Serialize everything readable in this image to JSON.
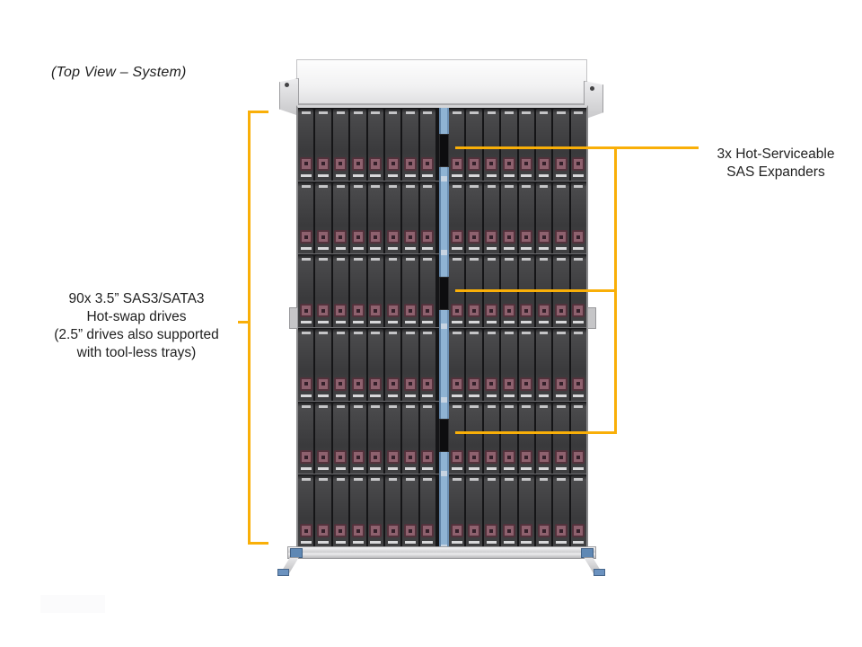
{
  "title": "(Top View – System)",
  "labels": {
    "drives": {
      "lines": [
        "90x 3.5” SAS3/SATA3",
        "Hot-swap drives",
        "(2.5” drives also supported",
        "with tool-less trays)"
      ]
    },
    "expanders": {
      "lines": [
        "3x Hot-Serviceable",
        "SAS Expanders"
      ]
    }
  },
  "figure": {
    "type": "storage-chassis-top-view-diagram",
    "drive_rows": 6,
    "drive_columns_per_side": 8,
    "expander_connector_count": 3
  },
  "colors": {
    "callout_accent": "#F9AF08",
    "drive_body": "#3A3A3C",
    "drive_latch": "#8E616E",
    "expander_strip": "#8FB3D3",
    "expander_connector": "#0D0D0F",
    "text": "#1F1F1F",
    "background": "#FFFFFF"
  }
}
